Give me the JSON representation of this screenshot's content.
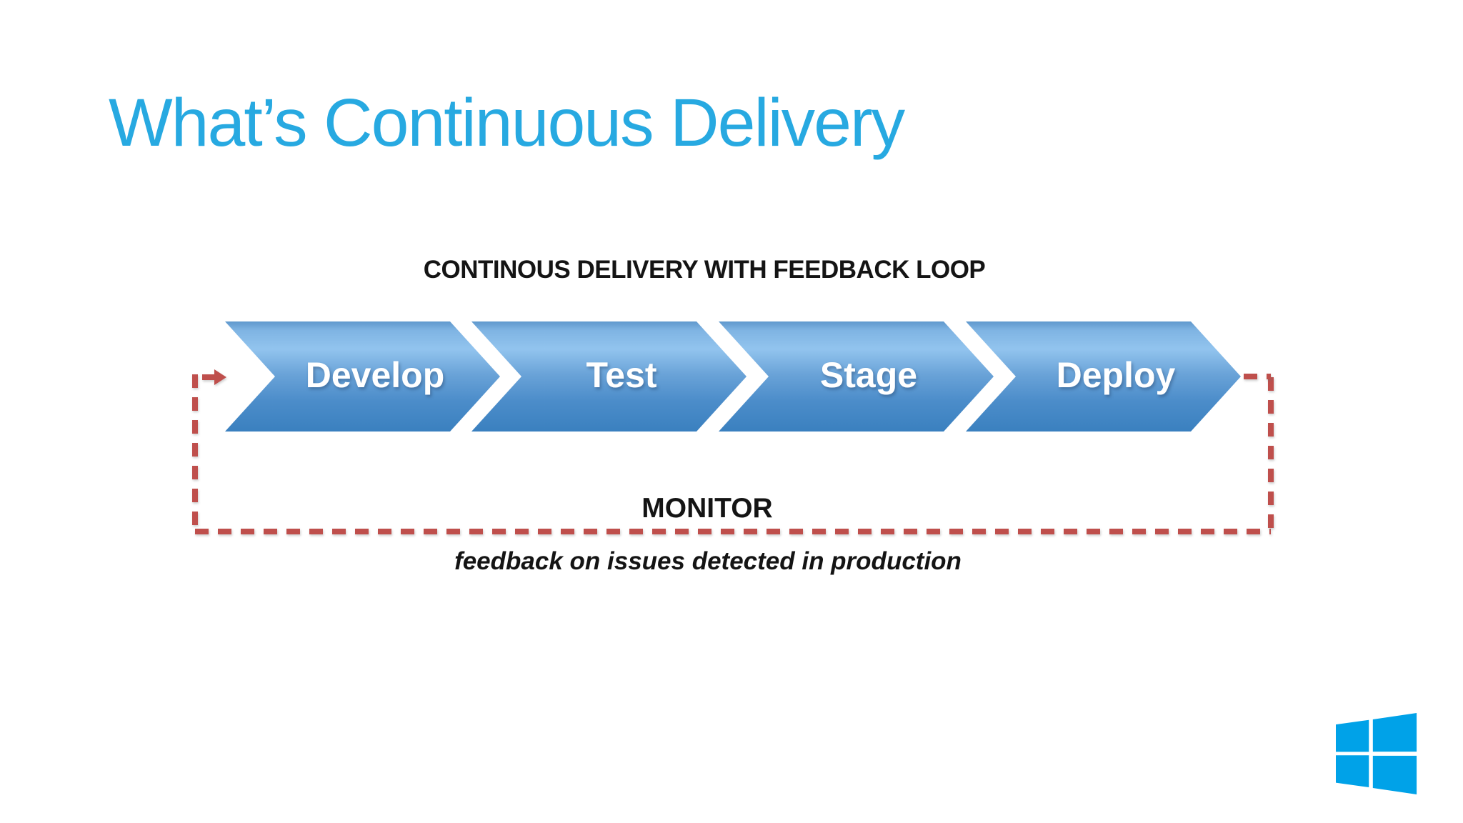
{
  "slide": {
    "title": "What’s Continuous Delivery"
  },
  "diagram": {
    "heading": "CONTINOUS DELIVERY WITH FEEDBACK LOOP",
    "stages": [
      "Develop",
      "Test",
      "Stage",
      "Deploy"
    ],
    "monitor_label": "MONITOR",
    "feedback_caption": "feedback on issues detected in production"
  },
  "icons": {
    "windows_logo": "windows-logo",
    "feedback_start_arrow": "right-arrow"
  },
  "colors": {
    "background": "#ffffff",
    "title_blue": "#27a9e1",
    "chevron_gradient_light": "#92c4ee",
    "chevron_gradient_dark": "#3a80bf",
    "chevron_text": "#ffffff",
    "loop_red": "#bf4f4c",
    "heading_text": "#141414",
    "windows_logo_blue": "#00a2e8"
  }
}
